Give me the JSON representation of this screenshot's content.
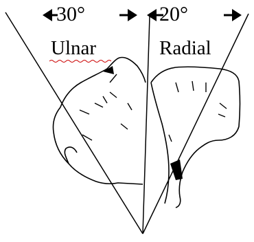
{
  "ulnar": {
    "label": "Ulnar",
    "angle": "30°"
  },
  "radial": {
    "label": "Radial",
    "angle": "20°"
  },
  "colors": {
    "ink": "#000000",
    "spellcheck": "#cc0000"
  },
  "icons": [
    "arrow-left-icon",
    "arrow-right-icon"
  ]
}
